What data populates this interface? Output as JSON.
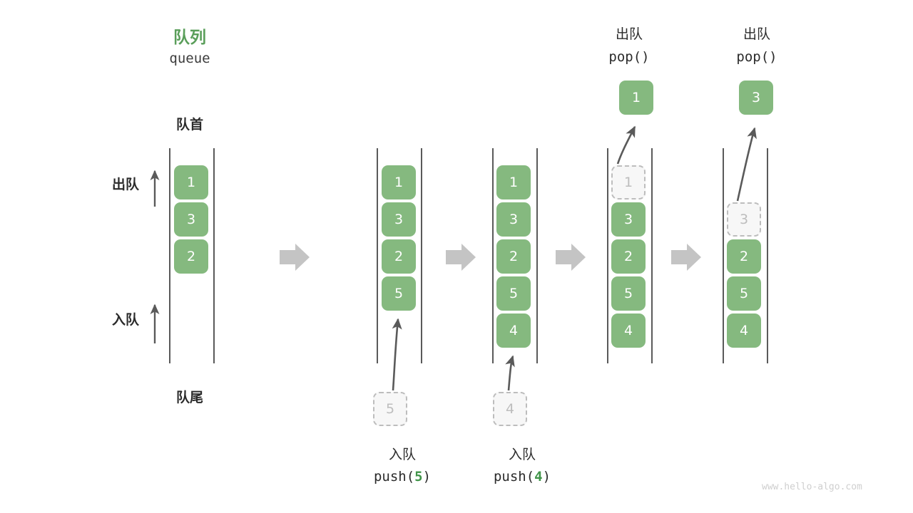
{
  "diagram": {
    "title_cn": "队列",
    "title_code": "queue",
    "head_label": "队首",
    "tail_label": "队尾",
    "dequeue_label": "出队",
    "enqueue_label": "入队",
    "watermark": "www.hello-algo.com",
    "colors": {
      "green": "#85b97f",
      "title_green": "#5a9e5a",
      "code_green": "#41954a",
      "ghost_border": "#bdbdbd",
      "ghost_fill": "#f7f7f7",
      "rail": "#5a5a5a",
      "arrow_gray": "#c4c4c4",
      "curve_arrow": "#5a5a5a",
      "watermark": "#cfcfcf"
    }
  },
  "columns": [
    {
      "id": "initial",
      "cells": [
        {
          "value": "1",
          "state": "filled"
        },
        {
          "value": "3",
          "state": "filled"
        },
        {
          "value": "2",
          "state": "filled"
        }
      ]
    },
    {
      "id": "after-push-5",
      "cells": [
        {
          "value": "1",
          "state": "filled"
        },
        {
          "value": "3",
          "state": "filled"
        },
        {
          "value": "2",
          "state": "filled"
        },
        {
          "value": "5",
          "state": "filled"
        }
      ],
      "incoming": {
        "value": "5",
        "state": "ghost"
      },
      "op_cn": "入队",
      "op_code_prefix": "push(",
      "op_code_num": "5",
      "op_code_suffix": ")"
    },
    {
      "id": "after-push-4",
      "cells": [
        {
          "value": "1",
          "state": "filled"
        },
        {
          "value": "3",
          "state": "filled"
        },
        {
          "value": "2",
          "state": "filled"
        },
        {
          "value": "5",
          "state": "filled"
        },
        {
          "value": "4",
          "state": "filled"
        }
      ],
      "incoming": {
        "value": "4",
        "state": "ghost"
      },
      "op_cn": "入队",
      "op_code_prefix": "push(",
      "op_code_num": "4",
      "op_code_suffix": ")"
    },
    {
      "id": "after-pop-1",
      "cells": [
        {
          "value": "1",
          "state": "ghost"
        },
        {
          "value": "3",
          "state": "filled"
        },
        {
          "value": "2",
          "state": "filled"
        },
        {
          "value": "5",
          "state": "filled"
        },
        {
          "value": "4",
          "state": "filled"
        }
      ],
      "popped": {
        "value": "1",
        "state": "filled"
      },
      "op_cn": "出队",
      "op_code": "pop()"
    },
    {
      "id": "after-pop-3",
      "cells": [
        {
          "value": "",
          "state": "empty"
        },
        {
          "value": "3",
          "state": "ghost"
        },
        {
          "value": "2",
          "state": "filled"
        },
        {
          "value": "5",
          "state": "filled"
        },
        {
          "value": "4",
          "state": "filled"
        }
      ],
      "popped": {
        "value": "3",
        "state": "filled"
      },
      "op_cn": "出队",
      "op_code": "pop()"
    }
  ]
}
